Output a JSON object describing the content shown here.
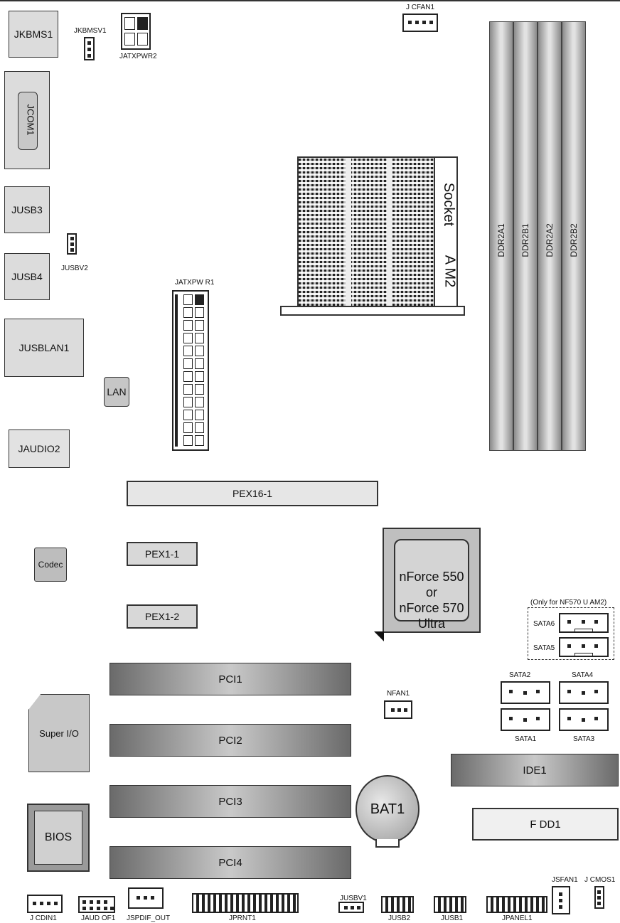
{
  "connectors": {
    "jkbms1": "JKBMS1",
    "jkbmsv1": "JKBMSV1",
    "jatxpwr2": "JATXPWR2",
    "jcfan1": "J CFAN1",
    "jcom1": "JCOM1",
    "jusb3": "JUSB3",
    "jusbv2": "JUSBV2",
    "jusb4": "JUSB4",
    "jusblan1": "JUSBLAN1",
    "lan": "LAN",
    "jaudio2": "JAUDIO2",
    "jatxpwr1": "JATXPW R1",
    "codec": "Codec",
    "super_io": "Super I/O",
    "bios": "BIOS",
    "bat1": "BAT1",
    "nfan1": "NFAN1",
    "ide1": "IDE1",
    "fdd1": "F DD1",
    "jsfan1": "JSFAN1",
    "jcmos1": "J CMOS1",
    "jcdin1": "J CDIN1",
    "jaudiof1": "JAUD OF1",
    "jspdif_out": "JSPDIF_OUT",
    "jprnt1": "JPRNT1",
    "jusbv1": "JUSBV1",
    "jusb2": "JUSB2",
    "jusb1": "JUSB1",
    "jpanel1": "JPANEL1"
  },
  "socket": {
    "line1": "Socket",
    "line2": "A M2"
  },
  "dimms": [
    "DDR2A1",
    "DDR2B1",
    "DDR2A2",
    "DDR2B2"
  ],
  "chipset": {
    "line1": "nForce 550",
    "line2": "or",
    "line3": "nForce 570",
    "line4": "Ultra"
  },
  "sata": {
    "note": "(Only for NF570 U AM2)",
    "sata1": "SATA1",
    "sata2": "SATA2",
    "sata3": "SATA3",
    "sata4": "SATA4",
    "sata5": "SATA5",
    "sata6": "SATA6"
  },
  "slots": {
    "pex16_1": "PEX16-1",
    "pex1_1": "PEX1-1",
    "pex1_2": "PEX1-2",
    "pci1": "PCI1",
    "pci2": "PCI2",
    "pci3": "PCI3",
    "pci4": "PCI4"
  }
}
